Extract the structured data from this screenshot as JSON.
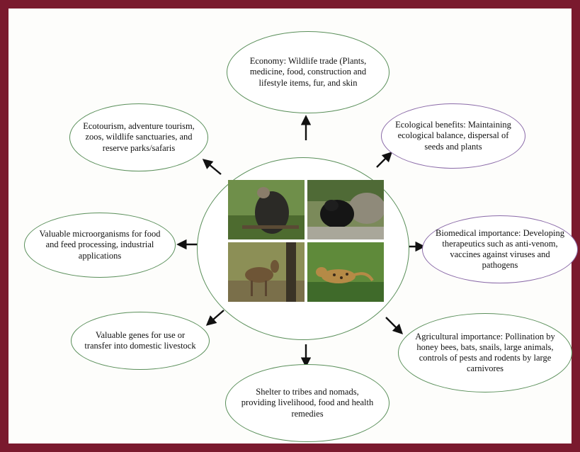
{
  "diagram": {
    "frame_color": "#7a1a2e",
    "node_border_green": "#5a8f5a",
    "node_border_purple": "#8a6aa8",
    "center": {
      "photos": [
        {
          "name": "vulture-photo",
          "subject": "vulture"
        },
        {
          "name": "bear-photo",
          "subject": "bear"
        },
        {
          "name": "deer-photo",
          "subject": "deer"
        },
        {
          "name": "leopard-photo",
          "subject": "leopard"
        }
      ]
    },
    "nodes": {
      "economy": "Economy: Wildlife trade (Plants, medicine, food, construction and lifestyle items, fur, and skin",
      "ecological": "Ecological benefits: Maintaining ecological balance, dispersal of seeds and plants",
      "biomedical": "Biomedical importance: Developing therapeutics such as anti-venom, vaccines against viruses and pathogens",
      "agricultural": "Agricultural importance: Pollination by honey bees, bats, snails, large animals, controls of pests and rodents by large carnivores",
      "shelter": "Shelter to tribes and nomads, providing livelihood, food and health remedies",
      "genes": "Valuable genes for use or transfer into domestic livestock",
      "microorganisms": "Valuable microorganisms for food and feed processing, industrial applications",
      "ecotourism": "Ecotourism, adventure tourism, zoos, wildlife sanctuaries, and reserve parks/safaris"
    }
  }
}
